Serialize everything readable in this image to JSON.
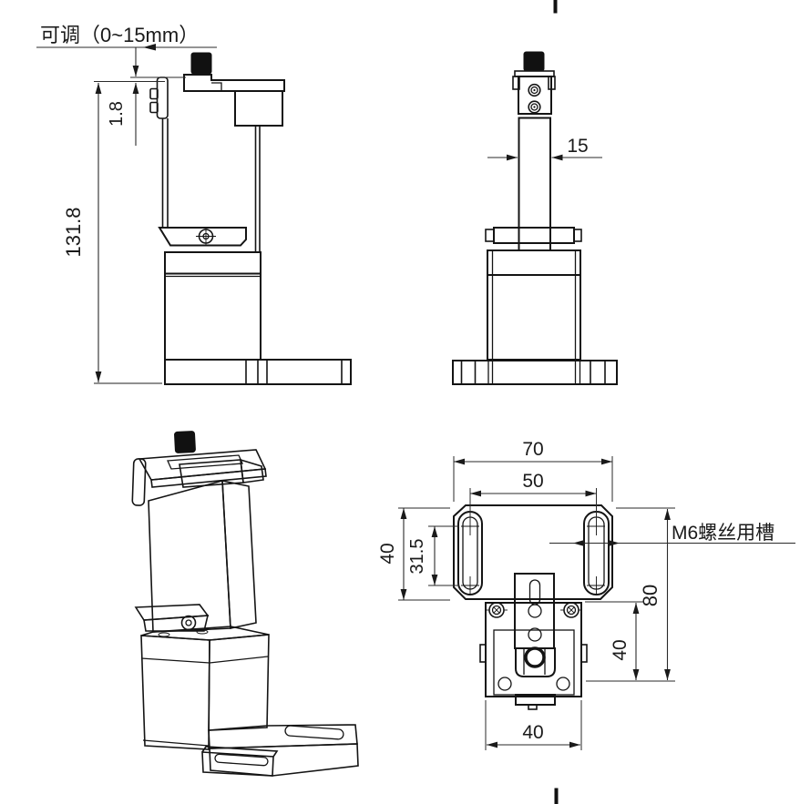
{
  "drawing": {
    "background": "#ffffff",
    "line_color": "#141414",
    "knob_fill": "#111111"
  },
  "views": {
    "side": {
      "adjustable_label": "可调（0~15mm）",
      "gap_dim": "1.8",
      "height_dim": "131.8"
    },
    "front": {
      "width_dim": "15"
    },
    "top": {
      "overall_width_dim": "70",
      "slot_spacing_dim": "50",
      "plate_depth_dim": "40",
      "slot_length_dim": "31.5",
      "slot_note": "M6螺丝用槽",
      "overall_depth_dim": "80",
      "lower_depth_dim": "40",
      "body_width_dim": "40"
    }
  }
}
